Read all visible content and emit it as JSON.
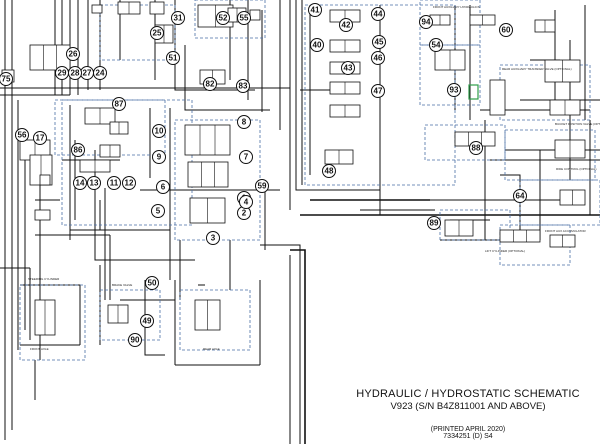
{
  "title": {
    "line1": "HYDRAULIC / HYDROSTATIC SCHEMATIC",
    "line2": "V923 (S/N B4Z811001 AND ABOVE)",
    "printed": "(PRINTED APRIL 2020)",
    "part": "7334251 (D) S4"
  },
  "callouts": [
    "1",
    "2",
    "3",
    "4",
    "5",
    "6",
    "7",
    "8",
    "9",
    "10",
    "11",
    "12",
    "13",
    "14",
    "17",
    "24",
    "25",
    "26",
    "27",
    "28",
    "29",
    "31",
    "40",
    "41",
    "42",
    "43",
    "44",
    "45",
    "46",
    "47",
    "48",
    "49",
    "50",
    "51",
    "52",
    "54",
    "55",
    "56",
    "59",
    "60",
    "64",
    "75",
    "82",
    "83",
    "86",
    "87",
    "88",
    "89",
    "90",
    "93",
    "94"
  ],
  "component_labels": {
    "a": "FRONT AUXILIARY HYDRAULICS",
    "b": "REAR AUXILIARY TRANSFER VALVE (OPTIONAL)",
    "c": "BUCKET POSITION VALVE (OPTIONAL)",
    "d": "RIDE CONTROL (OPTIONAL)",
    "e": "FRONT AUX ACCUMULATOR",
    "f": "STEERING CYLINDER",
    "g": "FRONT AXLE",
    "h": "REAR AXLE",
    "i": "BRAKE VALVE",
    "j": "LIFT CYLINDER (OPTIONAL)"
  },
  "colors": {
    "ink": "#111111",
    "case_drain": "#4a6fa5",
    "highlight": "#2e9e4a"
  }
}
